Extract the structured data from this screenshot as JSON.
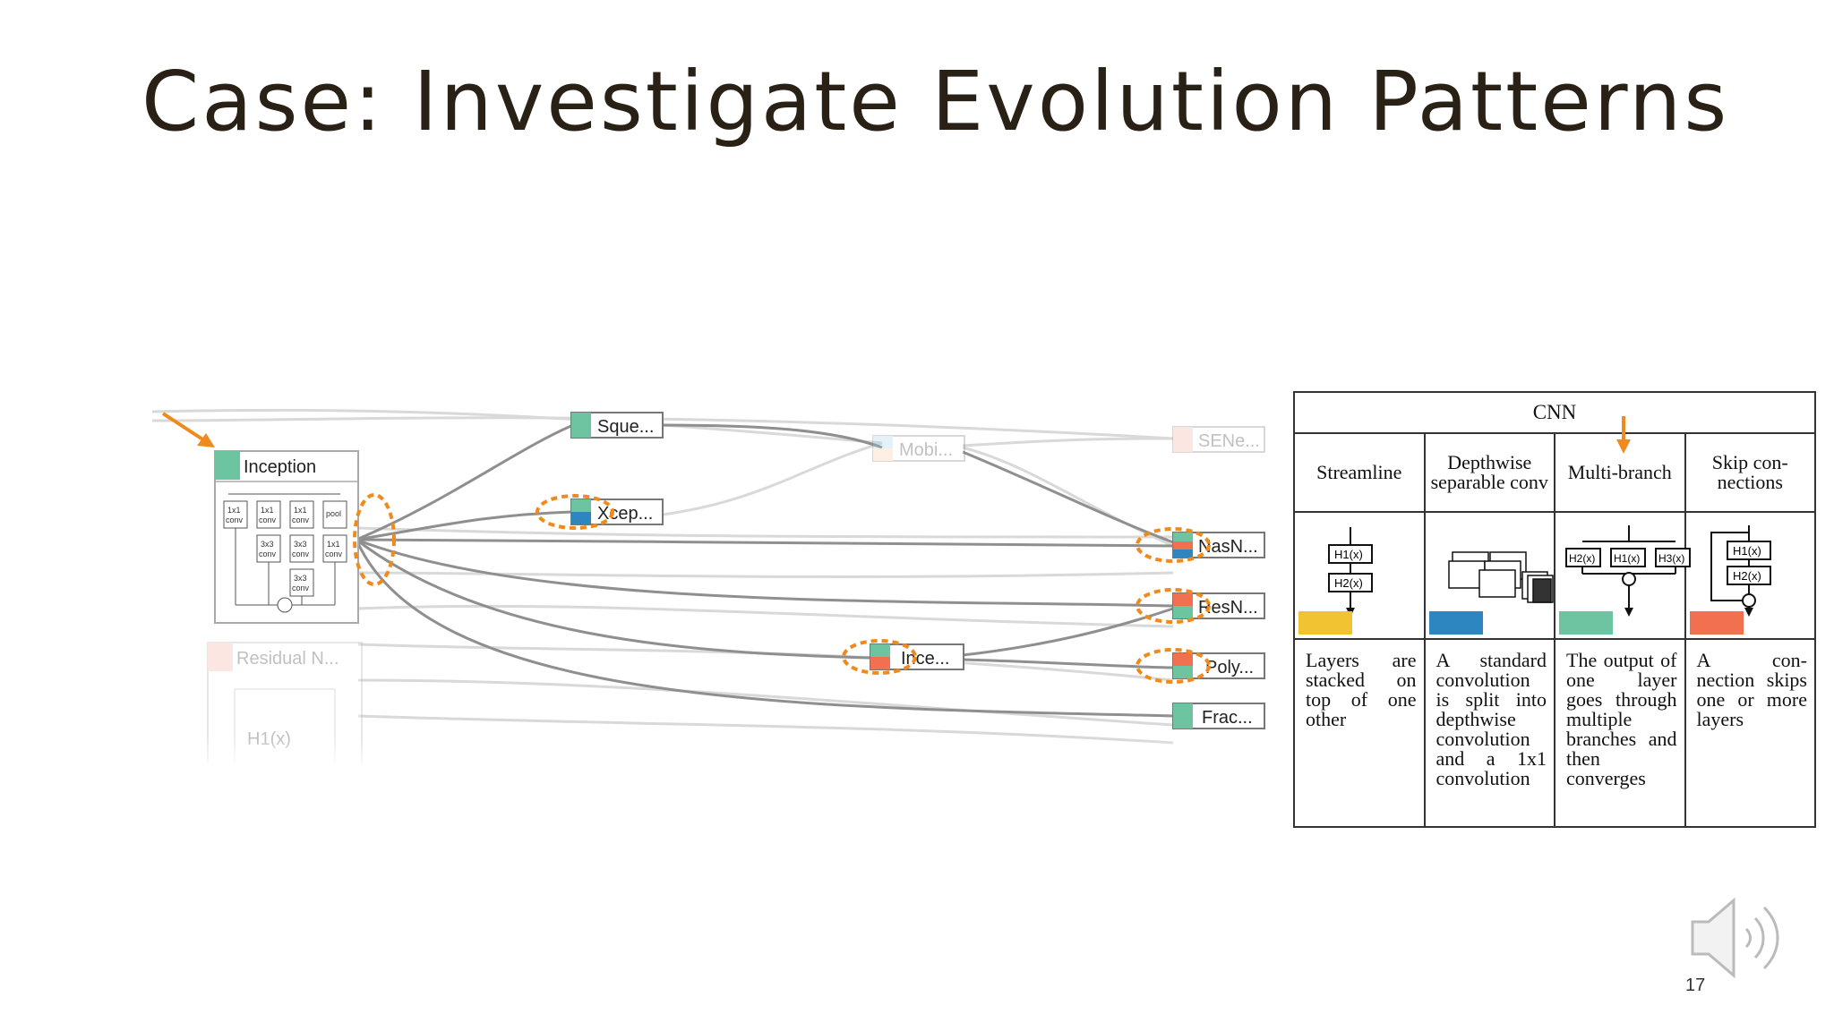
{
  "slide": {
    "title": "Case: Investigate Evolution Patterns",
    "page_number": "17"
  },
  "graph": {
    "nodes": {
      "inception": {
        "label": "Inception",
        "color": "#6cc5a0"
      },
      "residual": {
        "label": "Residual N...",
        "color": "#f4a89a"
      },
      "sque": {
        "label": "Sque...",
        "color": "#6cc5a0"
      },
      "xcep": {
        "label": "Xcep...",
        "colors": [
          "#6cc5a0",
          "#2e86c1"
        ]
      },
      "mobi": {
        "label": "Mobi...",
        "colors": [
          "#9fd3e6",
          "#f9c9a0"
        ]
      },
      "sene": {
        "label": "SENe...",
        "color": "#f4a89a"
      },
      "nasn": {
        "label": "NasN...",
        "colors": [
          "#6cc5a0",
          "#f07050",
          "#2e86c1"
        ]
      },
      "resn": {
        "label": "ResN...",
        "colors": [
          "#f07050",
          "#6cc5a0"
        ]
      },
      "ince2": {
        "label": "Ince...",
        "colors": [
          "#6cc5a0",
          "#f07050"
        ]
      },
      "poly": {
        "label": "Poly...",
        "colors": [
          "#f07050",
          "#6cc5a0"
        ]
      },
      "frac": {
        "label": "Frac...",
        "color": "#6cc5a0"
      }
    },
    "inception_blocks": {
      "row1": [
        "1x1\nconv",
        "1x1\nconv",
        "1x1\nconv",
        "pool"
      ],
      "row2": [
        "3x3\nconv",
        "3x3\nconv",
        "1x1\nconv"
      ],
      "row3": [
        "3x3\nconv"
      ]
    },
    "residual_block_label": "H1(x)",
    "highlight_color": "#f08a1c"
  },
  "cnn_table": {
    "title": "CNN",
    "columns": [
      {
        "header": "Streamline",
        "swatch": "#f1c232",
        "desc": "Layers are stacked on top of one other",
        "icon_labels": [
          "H1(x)",
          "H2(x)"
        ]
      },
      {
        "header": "Depthwise separable conv",
        "swatch": "#2e86c1",
        "desc": "A standard convolution is split into depthwise convolution and a 1x1 convolution"
      },
      {
        "header": "Multi-branch",
        "swatch": "#6cc5a0",
        "desc": "The output of one layer goes through multiple branches and then converges",
        "icon_labels": [
          "H2(x)",
          "H1(x)",
          "H3(x)"
        ]
      },
      {
        "header": "Skip con- nections",
        "swatch": "#f07050",
        "desc": "A con- nection skips one or more layers",
        "icon_labels": [
          "H1(x)",
          "H2(x)"
        ]
      }
    ]
  }
}
